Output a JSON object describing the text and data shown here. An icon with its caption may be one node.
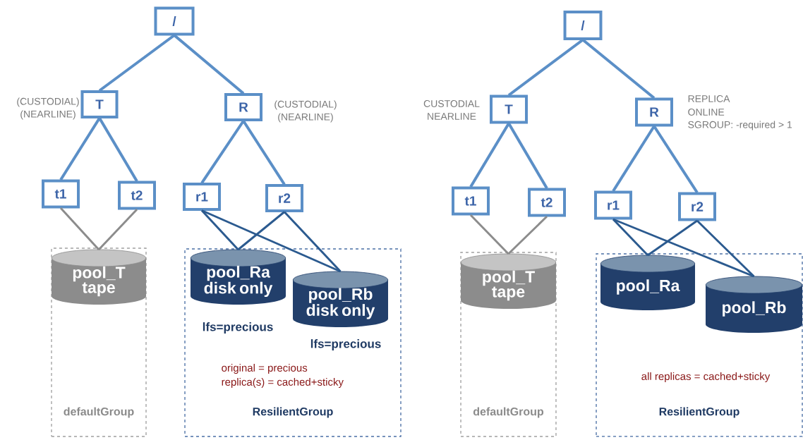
{
  "diagram": {
    "nodes": [
      {
        "text": [
          "/"
        ]
      },
      {
        "text": [
          "T"
        ],
        "beside": [
          "(CUSTODIAL)",
          "(NEARLINE)"
        ]
      },
      {
        "text": [
          "R"
        ],
        "beside": [
          "(CUSTODIAL)",
          "(NEARLINE)"
        ]
      },
      {
        "text": [
          "t1"
        ]
      },
      {
        "text": [
          "t2"
        ]
      },
      {
        "text": [
          "r1"
        ]
      },
      {
        "text": [
          "r2"
        ]
      },
      {
        "text": [
          "defaultGroup"
        ]
      },
      {
        "text": [
          "pool_T tape"
        ],
        "in": 7
      },
      {
        "text": [
          "ResilientGroup"
        ]
      },
      {
        "text": [
          "pool_Ra disk only"
        ],
        "in": 9,
        "beside": [
          "lfs=precious"
        ]
      },
      {
        "text": [
          "pool_Rb disk only"
        ],
        "in": 9,
        "beside": [
          "lfs=precious"
        ]
      },
      {
        "text": [
          "/"
        ]
      },
      {
        "text": [
          "T"
        ],
        "beside": [
          "CUSTODIAL",
          "NEARLINE"
        ]
      },
      {
        "text": [
          "R"
        ],
        "beside": [
          "REPLICA",
          "ONLINE",
          "SGROUP: -required > 1"
        ]
      },
      {
        "text": [
          "t1"
        ]
      },
      {
        "text": [
          "t2"
        ]
      },
      {
        "text": [
          "r1"
        ]
      },
      {
        "text": [
          "r2"
        ]
      },
      {
        "text": [
          "defaultGroup"
        ]
      },
      {
        "text": [
          "pool_T tape"
        ],
        "in": 19
      },
      {
        "text": [
          "ResilientGroup"
        ]
      },
      {
        "text": [
          "pool_Ra"
        ],
        "in": 21
      },
      {
        "text": [
          "pool_Rb"
        ],
        "in": 21
      }
    ],
    "edges": [
      {
        "from": 0,
        "to": 1,
        "arrow": "none"
      },
      {
        "from": 0,
        "to": 2,
        "arrow": "none"
      },
      {
        "from": 1,
        "to": 3,
        "arrow": "none"
      },
      {
        "from": 1,
        "to": 4,
        "arrow": "none"
      },
      {
        "from": 2,
        "to": 5,
        "arrow": "none"
      },
      {
        "from": 2,
        "to": 6,
        "arrow": "none"
      },
      {
        "from": 3,
        "to": 8,
        "arrow": "none",
        "color": "#8c8c8c"
      },
      {
        "from": 4,
        "to": 8,
        "arrow": "none",
        "color": "#8c8c8c"
      },
      {
        "from": 5,
        "to": 10,
        "arrow": "none",
        "color": "#2b5a8f"
      },
      {
        "from": 5,
        "to": 11,
        "arrow": "none",
        "color": "#2b5a8f"
      },
      {
        "from": 6,
        "to": 10,
        "arrow": "none",
        "color": "#2b5a8f"
      },
      {
        "from": 6,
        "to": 11,
        "arrow": "none",
        "color": "#2b5a8f"
      },
      {
        "from": 12,
        "to": 13,
        "arrow": "none"
      },
      {
        "from": 12,
        "to": 14,
        "arrow": "none"
      },
      {
        "from": 13,
        "to": 15,
        "arrow": "none"
      },
      {
        "from": 13,
        "to": 16,
        "arrow": "none"
      },
      {
        "from": 14,
        "to": 17,
        "arrow": "none"
      },
      {
        "from": 14,
        "to": 18,
        "arrow": "none"
      },
      {
        "from": 15,
        "to": 20,
        "arrow": "none",
        "color": "#8c8c8c"
      },
      {
        "from": 16,
        "to": 20,
        "arrow": "none",
        "color": "#8c8c8c"
      },
      {
        "from": 17,
        "to": 22,
        "arrow": "none",
        "color": "#2b5a8f"
      },
      {
        "from": 17,
        "to": 23,
        "arrow": "none",
        "color": "#2b5a8f"
      },
      {
        "from": 18,
        "to": 22,
        "arrow": "none",
        "color": "#2b5a8f"
      },
      {
        "from": 18,
        "to": 23,
        "arrow": "none",
        "color": "#2b5a8f"
      }
    ],
    "labels": [
      "original = precious",
      "replica(s) = cached+sticky",
      "all replicas = cached+sticky"
    ]
  }
}
